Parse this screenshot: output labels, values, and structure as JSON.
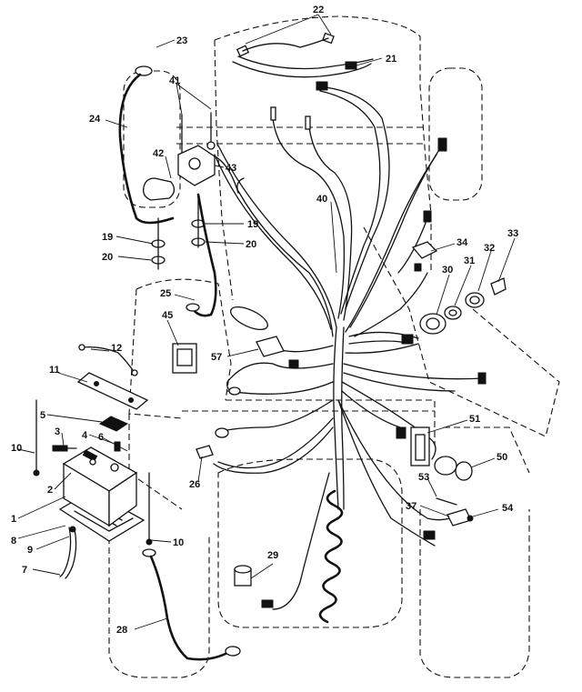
{
  "callouts": {
    "c1": "1",
    "c2": "2",
    "c3": "3",
    "c4": "4",
    "c5": "5",
    "c6": "6",
    "c7": "7",
    "c8": "8",
    "c9": "9",
    "c10a": "10",
    "c10b": "10",
    "c11": "11",
    "c12": "12",
    "c19a": "19",
    "c19b": "19",
    "c20a": "20",
    "c20b": "20",
    "c21": "21",
    "c22": "22",
    "c23": "23",
    "c24": "24",
    "c25": "25",
    "c26": "26",
    "c28": "28",
    "c29": "29",
    "c30": "30",
    "c31": "31",
    "c32": "32",
    "c33": "33",
    "c34": "34",
    "c37": "37",
    "c40": "40",
    "c41": "41",
    "c42": "42",
    "c43": "43",
    "c45": "45",
    "c50": "50",
    "c51": "51",
    "c53": "53",
    "c54": "54",
    "c57": "57"
  }
}
